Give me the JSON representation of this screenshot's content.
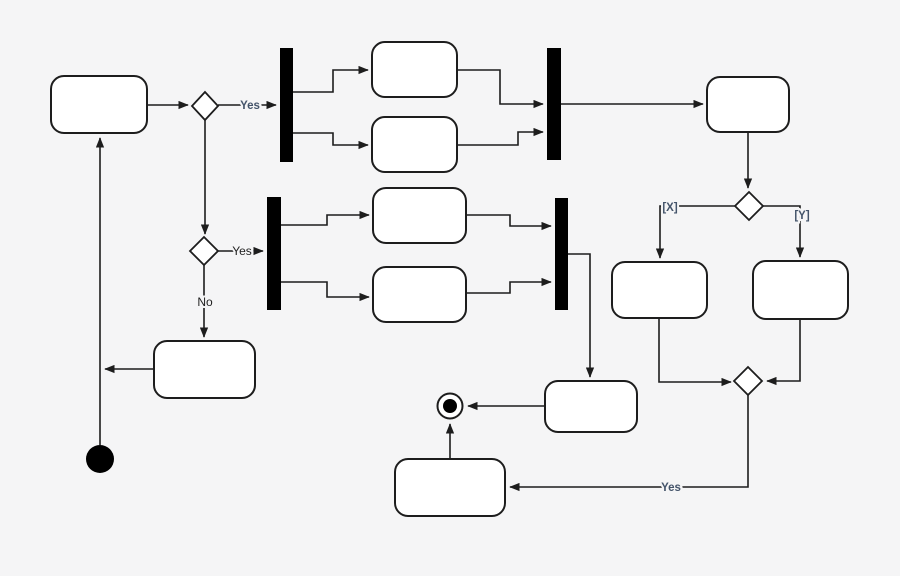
{
  "diagram": {
    "type": "uml-activity-diagram",
    "colors": {
      "background": "#f5f5f6",
      "node_fill": "#ffffff",
      "line": "#1d1d1d",
      "bar_fill": "#000000",
      "guard_label": "#44546a",
      "plain_label": "#1f1f1f"
    },
    "labels": {
      "decision1_yes": "Yes",
      "decision2_yes": "Yes",
      "decision2_no": "No",
      "decision3_x": "[X]",
      "decision3_y": "[Y]",
      "decision4_yes": "Yes"
    },
    "nodes": [
      {
        "id": "initial-node",
        "type": "initial"
      },
      {
        "id": "activity-start",
        "type": "activity"
      },
      {
        "id": "decision-1",
        "type": "decision"
      },
      {
        "id": "fork-bar-1",
        "type": "fork"
      },
      {
        "id": "activity-row1-top",
        "type": "activity"
      },
      {
        "id": "activity-row1-bottom",
        "type": "activity"
      },
      {
        "id": "join-bar-1",
        "type": "join"
      },
      {
        "id": "activity-right",
        "type": "activity"
      },
      {
        "id": "decision-3",
        "type": "decision"
      },
      {
        "id": "activity-x-branch",
        "type": "activity"
      },
      {
        "id": "activity-y-branch",
        "type": "activity"
      },
      {
        "id": "merge-decision-4",
        "type": "merge"
      },
      {
        "id": "decision-2",
        "type": "decision"
      },
      {
        "id": "fork-bar-2",
        "type": "fork"
      },
      {
        "id": "activity-row2-top",
        "type": "activity"
      },
      {
        "id": "activity-row2-bottom",
        "type": "activity"
      },
      {
        "id": "join-bar-2",
        "type": "join"
      },
      {
        "id": "activity-no-branch",
        "type": "activity"
      },
      {
        "id": "activity-mid-bottom",
        "type": "activity"
      },
      {
        "id": "activity-bottom",
        "type": "activity"
      },
      {
        "id": "final-node",
        "type": "final"
      }
    ]
  }
}
